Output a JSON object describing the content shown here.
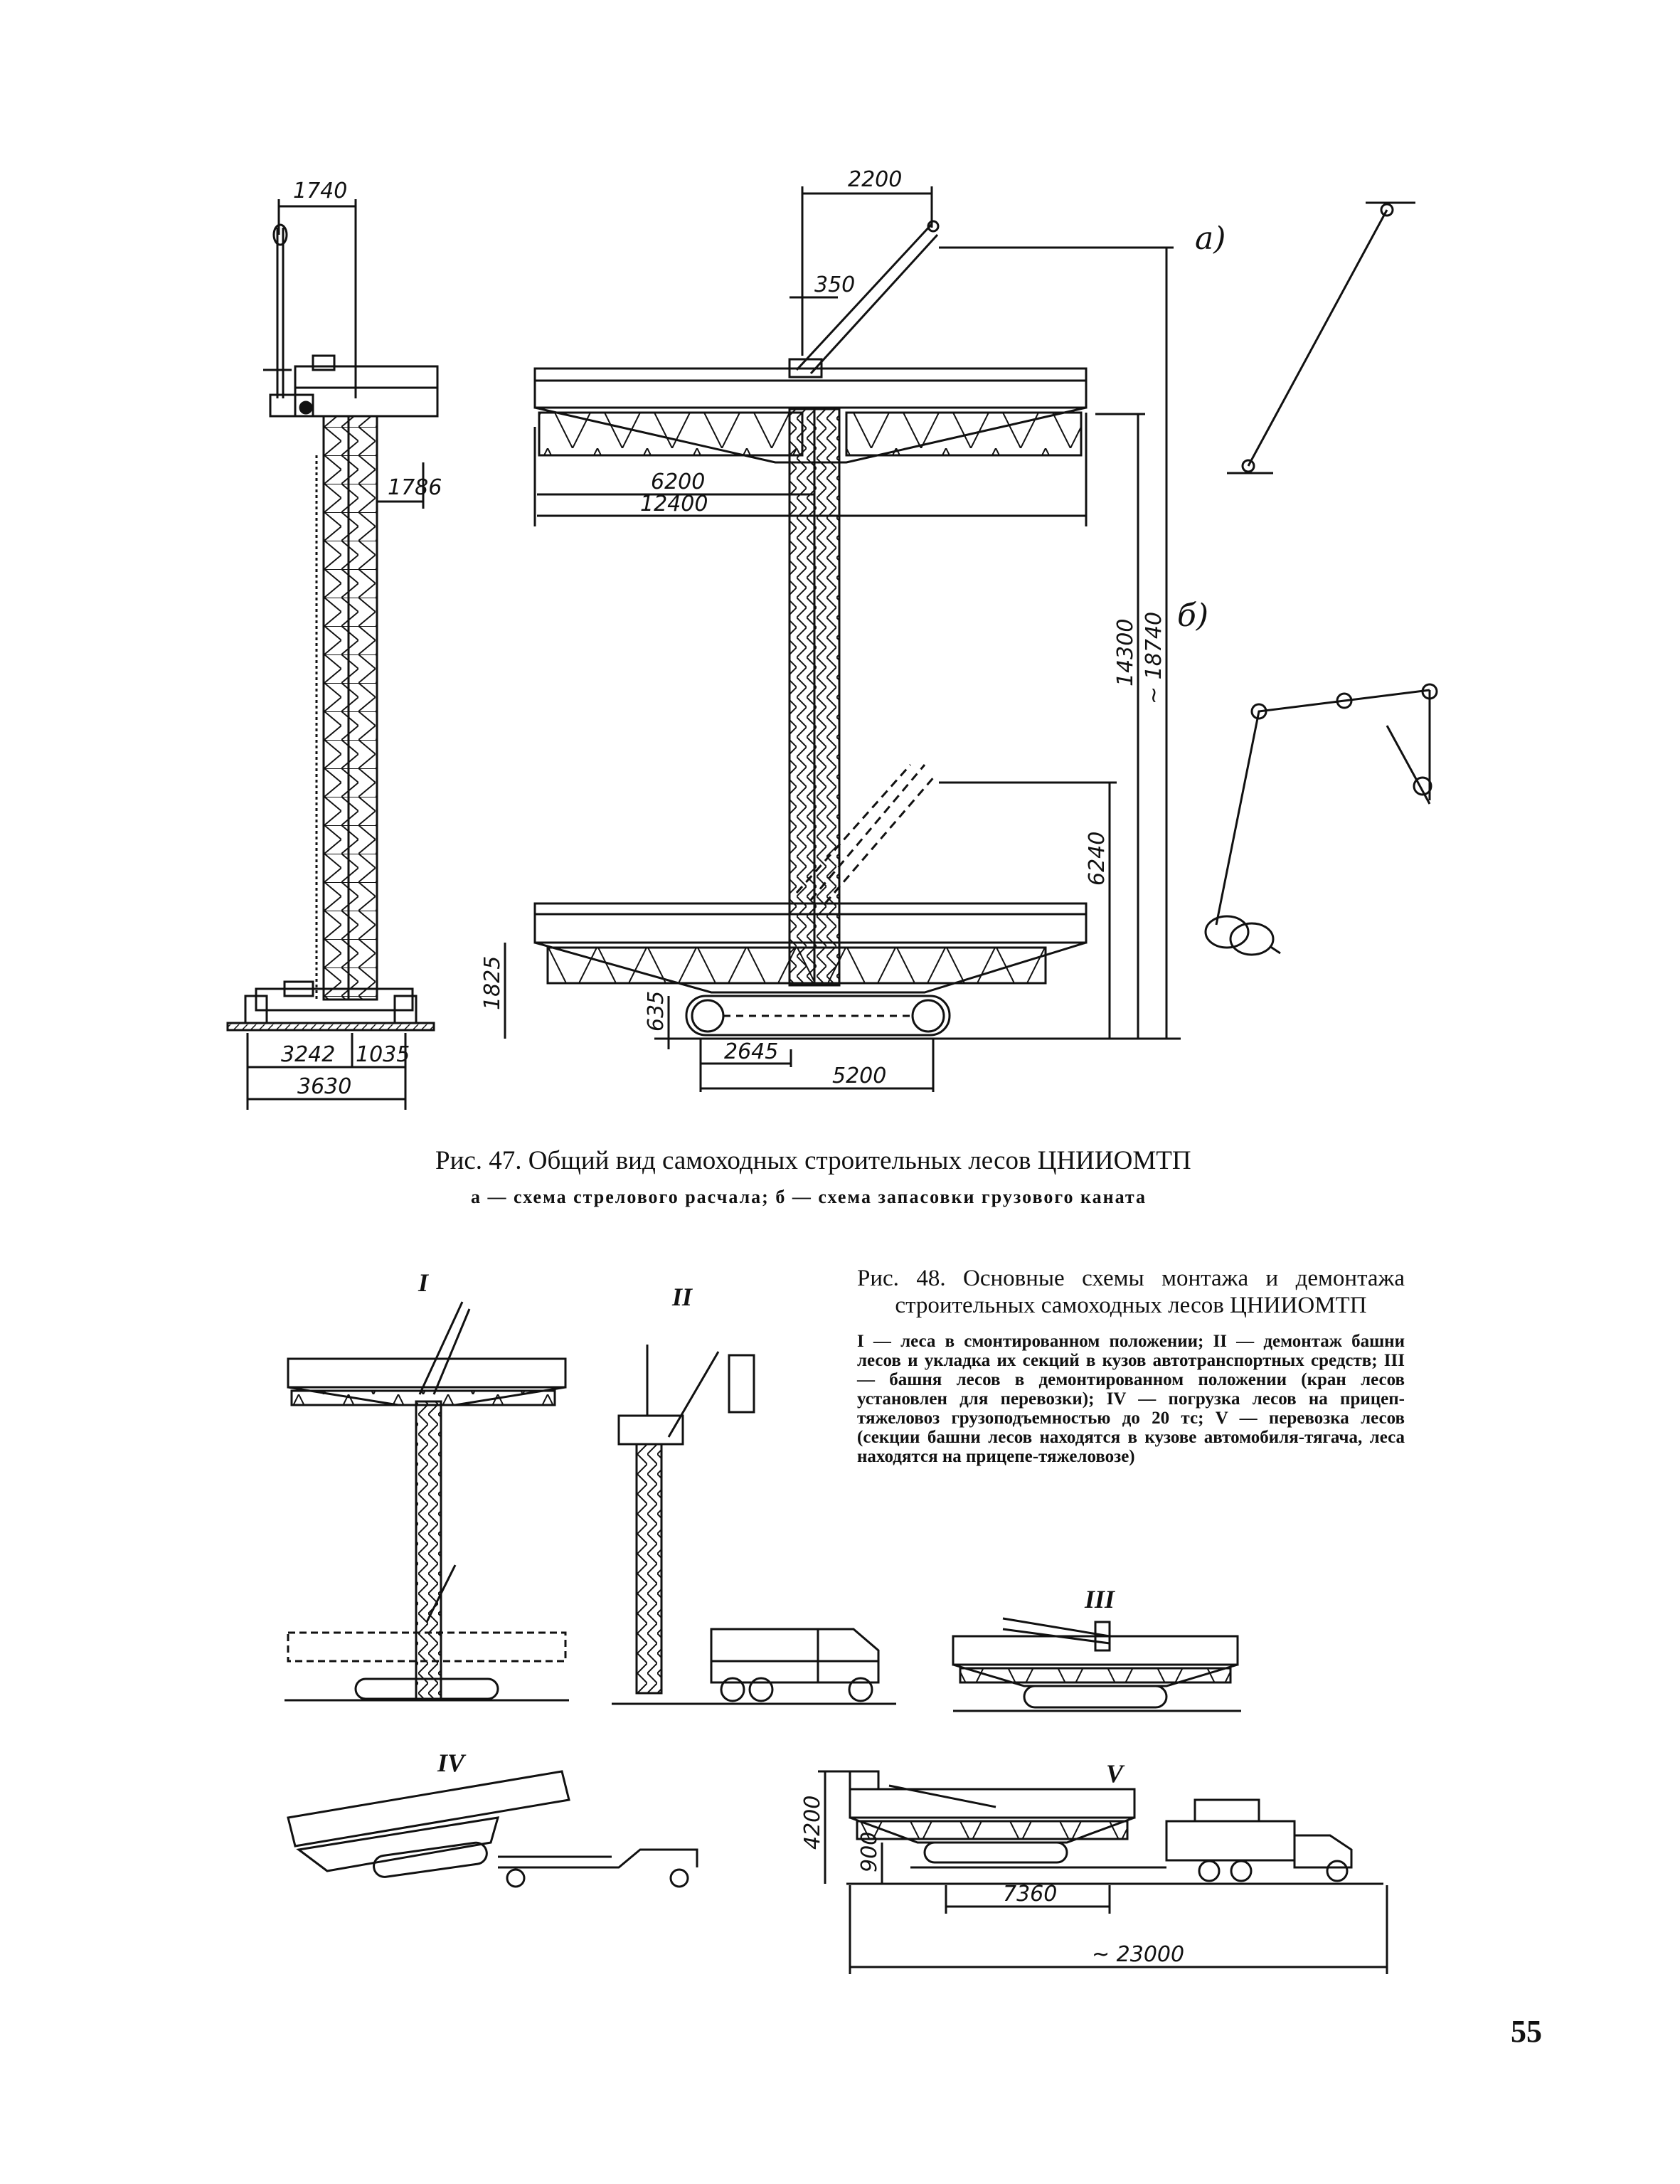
{
  "figure47": {
    "dimensions": {
      "d1740": "1740",
      "d1786": "1786",
      "d3242": "3242",
      "d1035": "1035",
      "d3630": "3630",
      "d2200": "2200",
      "d350": "350",
      "d6200": "6200",
      "d12400": "12400",
      "d14300": "14300",
      "d18740": "~ 18740",
      "d6240": "6240",
      "d1825": "1825",
      "d635": "635",
      "d2645": "2645",
      "d5200": "5200"
    },
    "sub_labels": {
      "a": "a)",
      "b": "б)"
    },
    "caption_title": "Рис. 47. Общий вид самоходных строительных лесов ЦНИИОМТП",
    "caption_subtitle": "а — схема стрелового расчала; б — схема запасовки грузового каната"
  },
  "figure48": {
    "roman_labels": {
      "I": "I",
      "II": "II",
      "III": "III",
      "IV": "IV",
      "V": "V"
    },
    "dimensions": {
      "d4200": "4200",
      "d900": "900",
      "d7360": "7360",
      "d23000": "~ 23000"
    },
    "caption_title": "Рис. 48. Основные схемы монтажа и демонтажа строительных самоходных лесов ЦНИИОМТП",
    "caption_body": "I — леса в смонтированном положении; II — демонтаж башни лесов и укладка их секций в кузов автотранспортных средств; III — башня лесов в демонтированном положении (кран лесов установлен для перевозки); IV — погрузка лесов на прицеп-тяжеловоз грузоподъемностью до 20 тс; V — перевозка лесов (секции башни лесов находятся в кузове автомобиля-тягача, леса находятся на прицепе-тяжеловозе)"
  },
  "page_number": "55"
}
